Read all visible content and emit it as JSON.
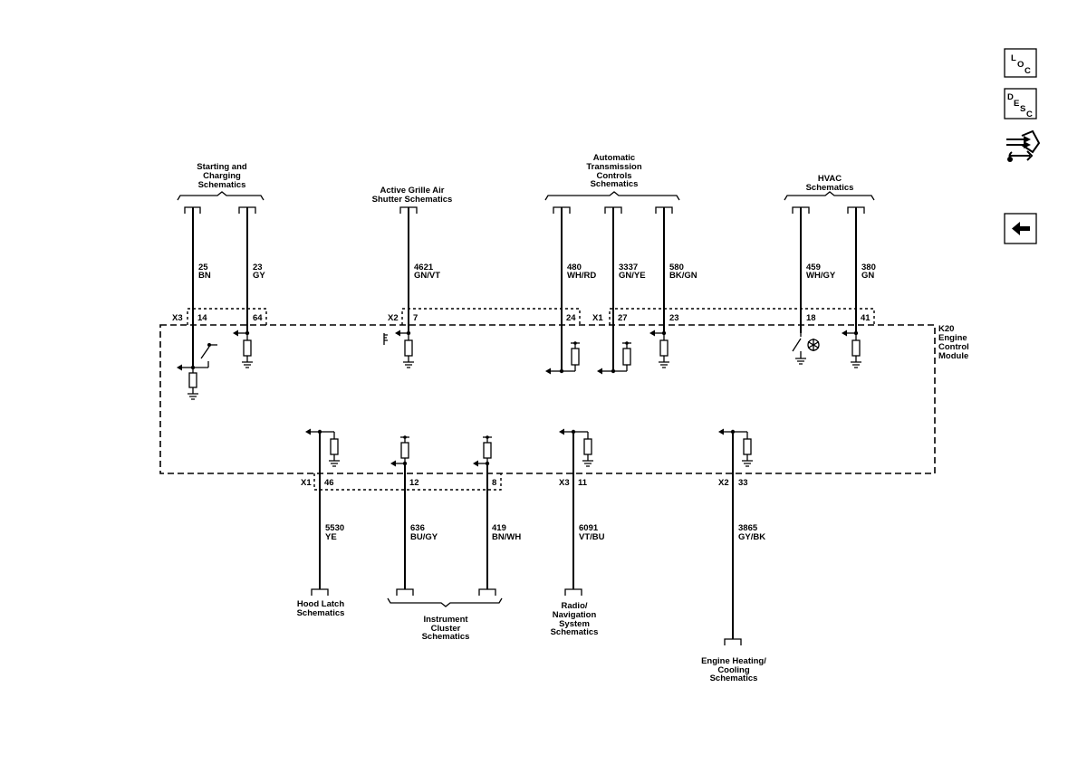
{
  "nav": {
    "loc": {
      "l1": "L",
      "l2": "O",
      "l3": "C"
    },
    "desc": {
      "l1": "D",
      "l2": "E",
      "l3": "S",
      "l4": "C"
    },
    "connector_icon": "connector-view-icon",
    "back_icon": "left-arrow-icon"
  },
  "module": {
    "line1": "K20",
    "line2": "Engine",
    "line3": "Control",
    "line4": "Module"
  },
  "top_destinations": {
    "starting": [
      "Starting and",
      "Charging",
      "Schematics"
    ],
    "grille": [
      "Active Grille Air",
      "Shutter Schematics"
    ],
    "trans": [
      "Automatic",
      "Transmission",
      "Controls",
      "Schematics"
    ],
    "hvac": [
      "HVAC",
      "Schematics"
    ]
  },
  "bottom_destinations": {
    "hood": [
      "Hood Latch",
      "Schematics"
    ],
    "cluster": [
      "Instrument",
      "Cluster",
      "Schematics"
    ],
    "radio": [
      "Radio/",
      "Navigation",
      "System",
      "Schematics"
    ],
    "heating": [
      "Engine Heating/",
      "Cooling",
      "Schematics"
    ]
  },
  "top_wires": [
    {
      "circuit": "25",
      "color": "BN",
      "pin": "14"
    },
    {
      "circuit": "23",
      "color": "GY",
      "pin": "64"
    },
    {
      "circuit": "4621",
      "color": "GN/VT",
      "pin": "7"
    },
    {
      "circuit": "480",
      "color": "WH/RD",
      "pin": "24"
    },
    {
      "circuit": "3337",
      "color": "GN/YE",
      "pin": "27"
    },
    {
      "circuit": "580",
      "color": "BK/GN",
      "pin": "23"
    },
    {
      "circuit": "459",
      "color": "WH/GY",
      "pin": "18"
    },
    {
      "circuit": "380",
      "color": "GN",
      "pin": "41"
    }
  ],
  "top_connectors": {
    "a": "X3",
    "b": "X2",
    "c": "X1"
  },
  "bottom_wires": [
    {
      "circuit": "5530",
      "color": "YE",
      "pin": "46"
    },
    {
      "circuit": "636",
      "color": "BU/GY",
      "pin": "12"
    },
    {
      "circuit": "419",
      "color": "BN/WH",
      "pin": "8"
    },
    {
      "circuit": "6091",
      "color": "VT/BU",
      "pin": "11"
    },
    {
      "circuit": "3865",
      "color": "GY/BK",
      "pin": "33"
    }
  ],
  "bottom_connectors": {
    "a": "X1",
    "b": "X3",
    "c": "X2"
  }
}
